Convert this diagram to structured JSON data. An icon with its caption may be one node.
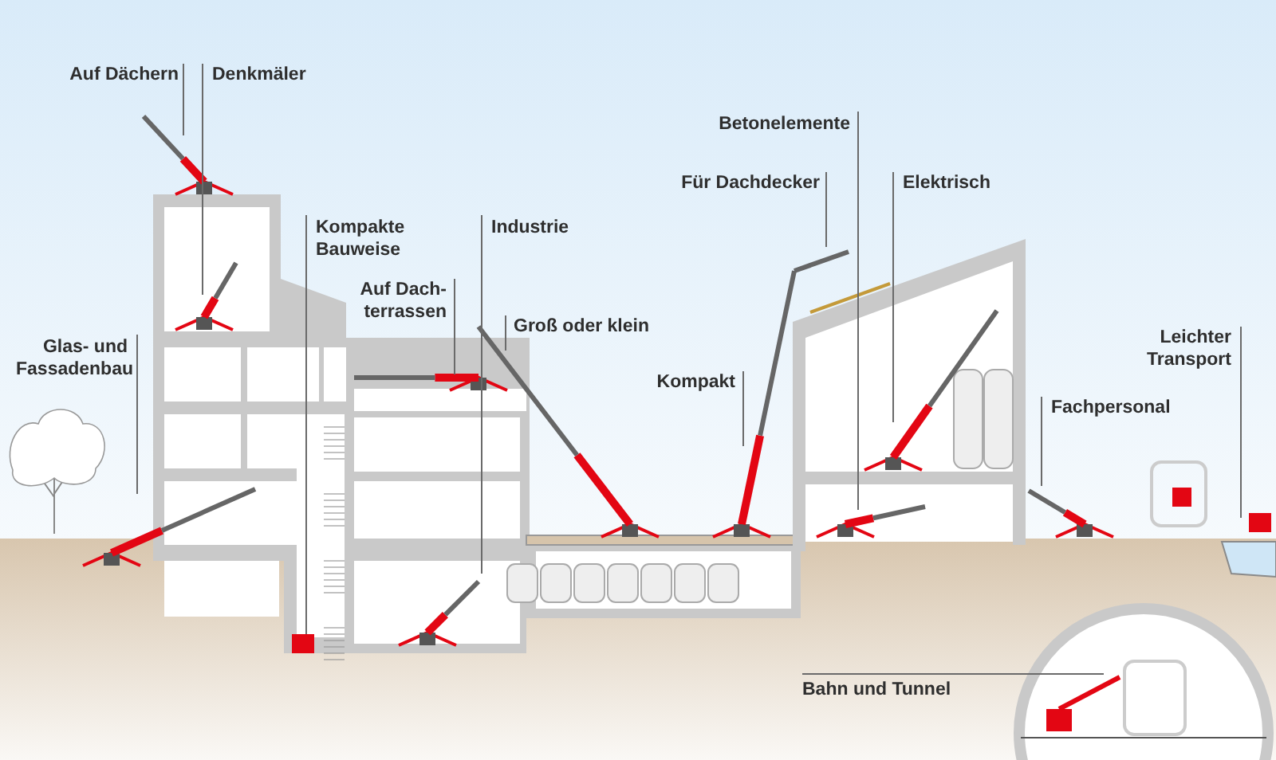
{
  "diagram": {
    "nodes": [
      {
        "text": [
          "Auf Dächern"
        ]
      },
      {
        "text": [
          "Denkmäler"
        ]
      },
      {
        "text": [
          "Kompakte Bauweise"
        ]
      },
      {
        "text": [
          "Industrie"
        ]
      },
      {
        "text": [
          "Auf Dach- terrassen"
        ]
      },
      {
        "text": [
          "Groß oder klein"
        ]
      },
      {
        "text": [
          "Glas- und Fassadenbau"
        ]
      },
      {
        "text": [
          "Betonelemente"
        ]
      },
      {
        "text": [
          "Für Dachdecker"
        ]
      },
      {
        "text": [
          "Elektrisch"
        ]
      },
      {
        "text": [
          "Kompakt"
        ]
      },
      {
        "text": [
          "Fachpersonal"
        ]
      },
      {
        "text": [
          "Leichter Transport"
        ]
      },
      {
        "text": [
          "Bahn und Tunnel"
        ]
      }
    ],
    "edges": [
      {
        "from": 0,
        "to": null,
        "arrow": "none"
      },
      {
        "from": 1,
        "to": null,
        "arrow": "none"
      },
      {
        "from": 2,
        "to": null,
        "arrow": "none"
      },
      {
        "from": 3,
        "to": null,
        "arrow": "none"
      },
      {
        "from": 4,
        "to": null,
        "arrow": "none"
      },
      {
        "from": 5,
        "to": null,
        "arrow": "none"
      },
      {
        "from": 6,
        "to": null,
        "arrow": "none"
      },
      {
        "from": 7,
        "to": null,
        "arrow": "none"
      },
      {
        "from": 8,
        "to": null,
        "arrow": "none"
      },
      {
        "from": 9,
        "to": null,
        "arrow": "none"
      },
      {
        "from": 10,
        "to": null,
        "arrow": "none"
      },
      {
        "from": 11,
        "to": null,
        "arrow": "none"
      },
      {
        "from": 12,
        "to": null,
        "arrow": "none"
      },
      {
        "from": 13,
        "to": null,
        "arrow": "none"
      }
    ]
  }
}
